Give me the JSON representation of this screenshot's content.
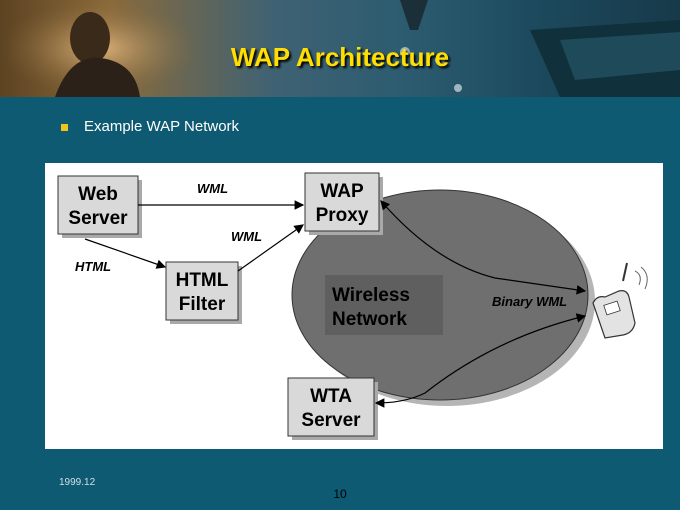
{
  "slide": {
    "title": "WAP Architecture",
    "bullet": "Example WAP Network",
    "date": "1999.12",
    "page_number": "10"
  },
  "diagram": {
    "nodes": {
      "web_server": [
        "Web",
        "Server"
      ],
      "wap_proxy": [
        "WAP",
        "Proxy"
      ],
      "html_filter": [
        "HTML",
        "Filter"
      ],
      "wta_server": [
        "WTA",
        "Server"
      ],
      "wireless_network": [
        "Wireless",
        "Network"
      ]
    },
    "edge_labels": {
      "web_to_proxy": "WML",
      "filter_to_proxy": "WML",
      "web_to_filter": "HTML",
      "proxy_to_phone": "Binary WML"
    }
  },
  "colors": {
    "background": "#0d5a72",
    "title": "#ffde00",
    "bullet": "#f0c419",
    "node_fill": "#d9d9d9",
    "cloud_fill": "#6f6f6f"
  }
}
